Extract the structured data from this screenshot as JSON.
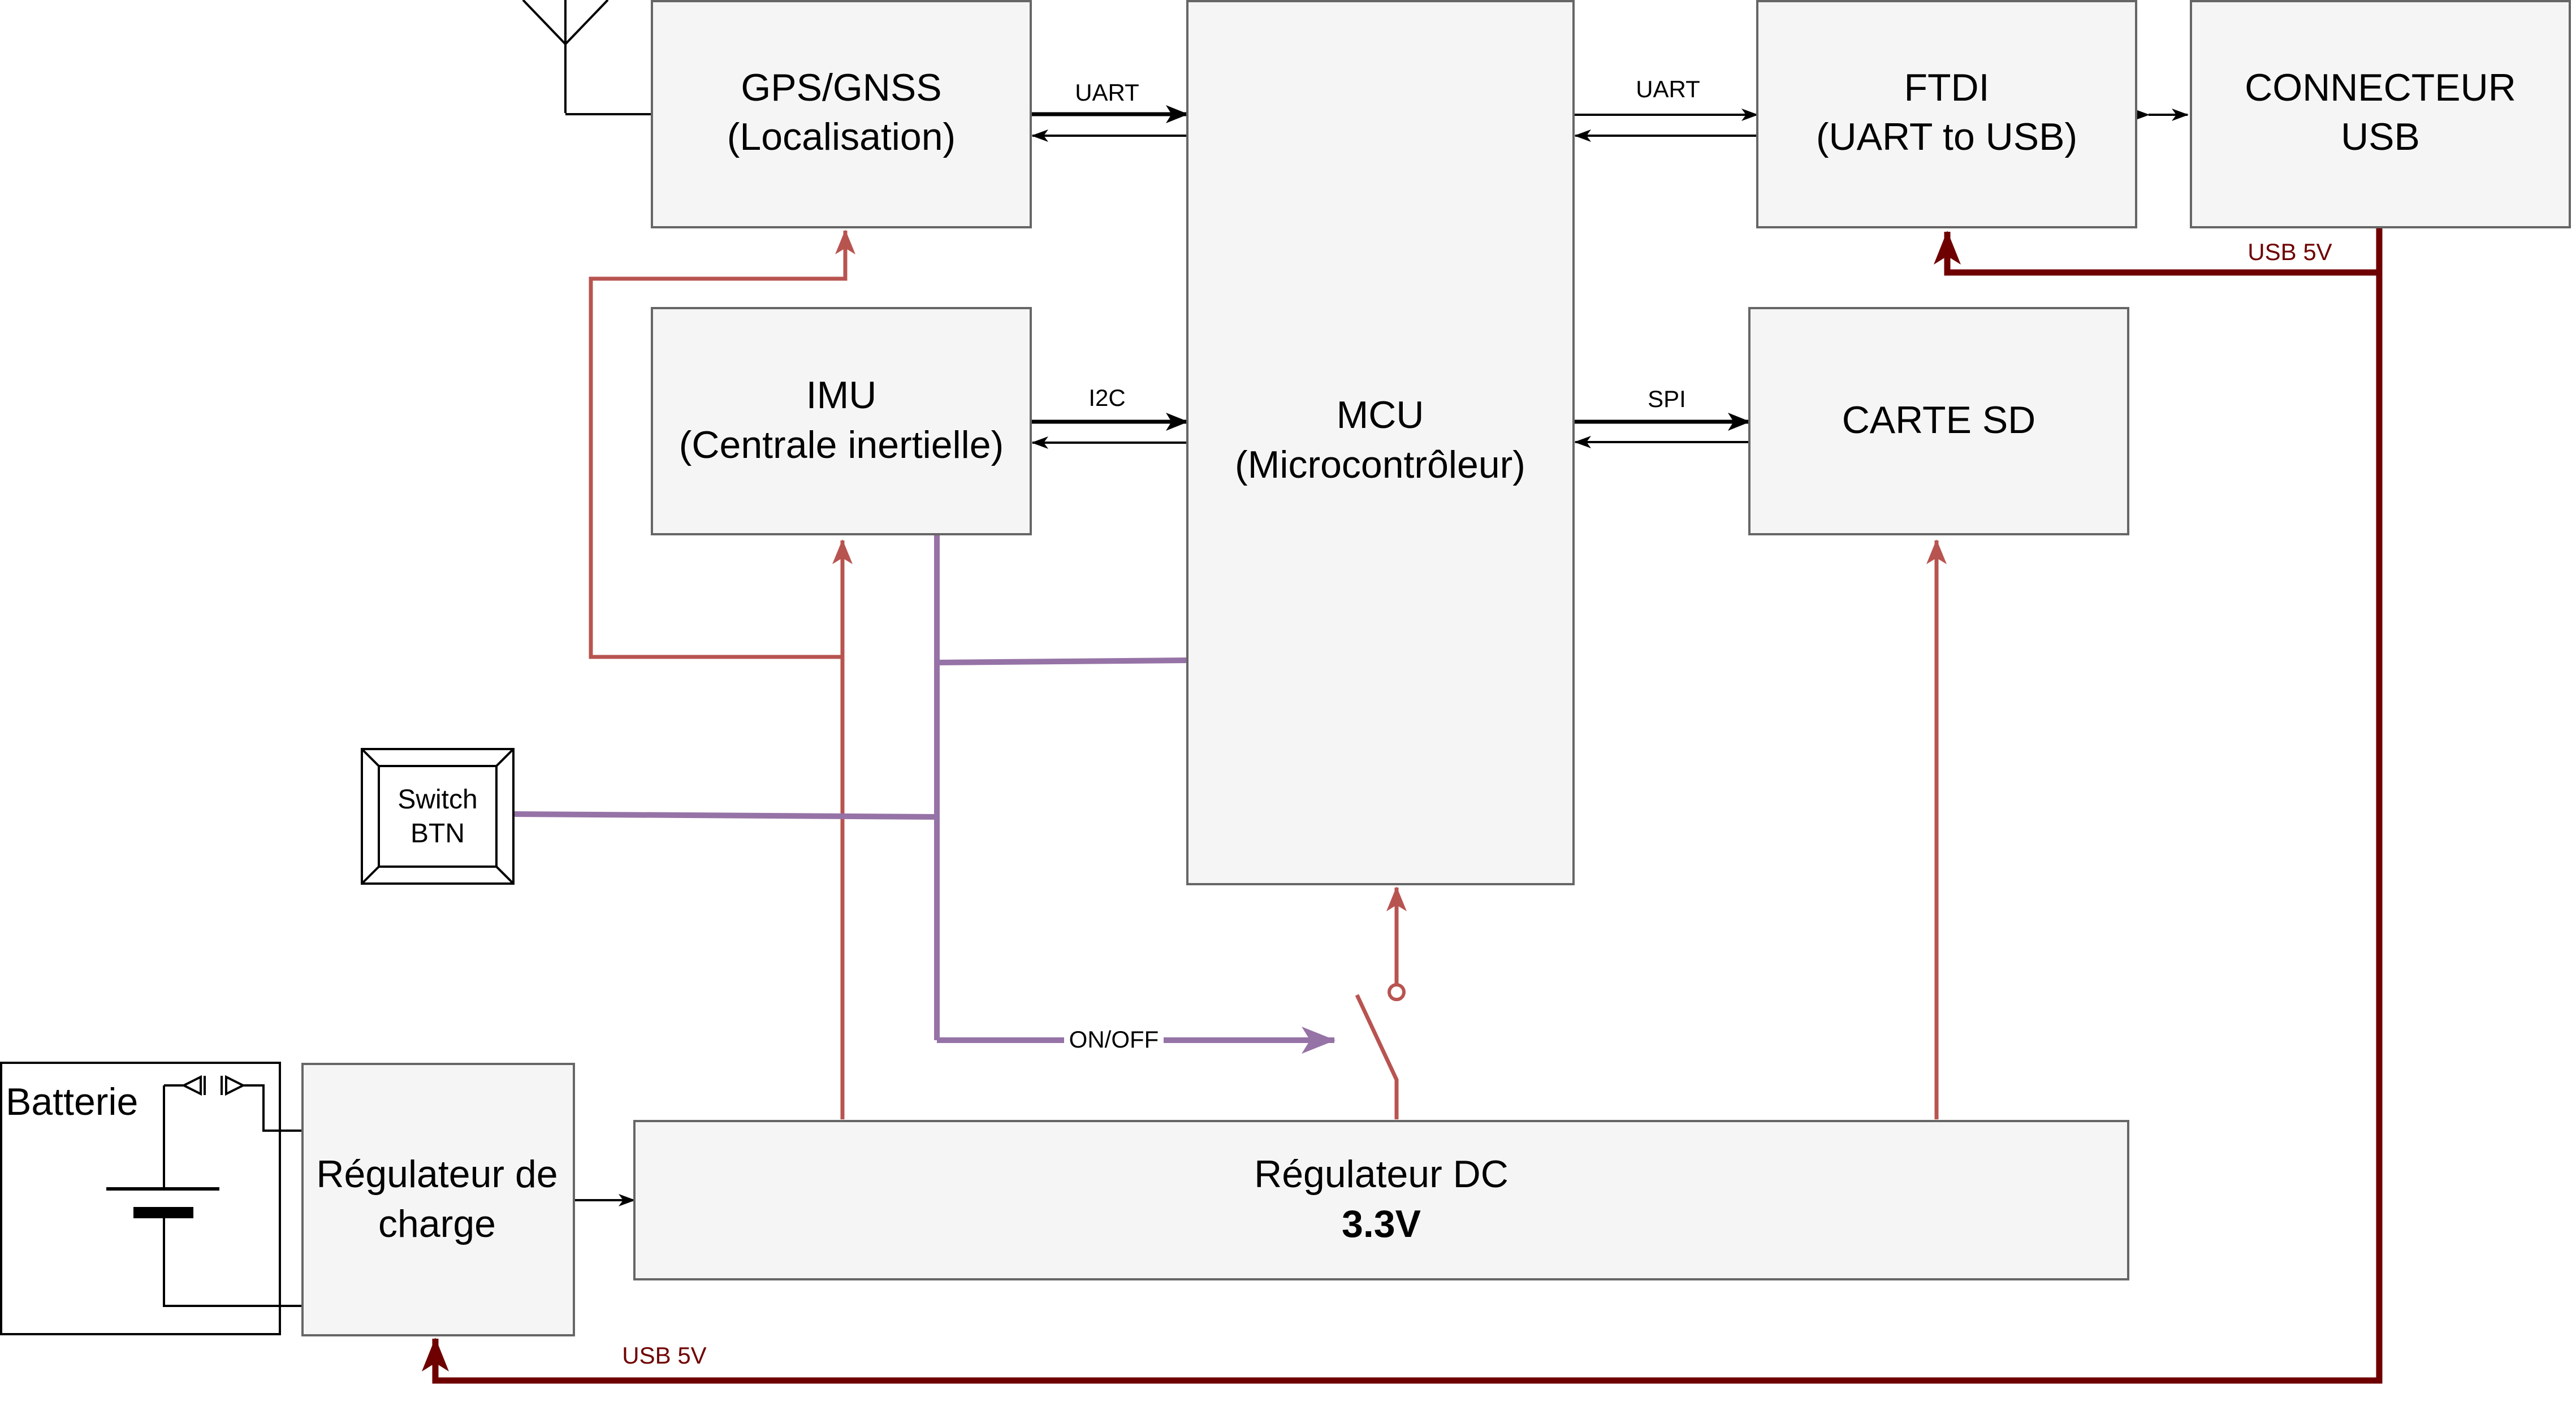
{
  "blocks": {
    "gps": {
      "line1": "GPS/GNSS",
      "line2": "(Localisation)"
    },
    "mcu": {
      "line1": "MCU",
      "line2": "(Microcontrôleur)"
    },
    "ftdi": {
      "line1": "FTDI",
      "line2": "(UART to USB)"
    },
    "usb_connector": {
      "line1": "CONNECTEUR",
      "line2": "USB"
    },
    "imu": {
      "line1": "IMU",
      "line2": "(Centrale inertielle)"
    },
    "sd_card": {
      "line1": "CARTE SD"
    },
    "switch_btn": {
      "line1": "Switch",
      "line2": "BTN"
    },
    "battery": {
      "label": "Batterie"
    },
    "charge_regulator": {
      "line1": "Régulateur de",
      "line2": "charge"
    },
    "dc_regulator": {
      "line1": "Régulateur DC",
      "line2": "3.3V"
    }
  },
  "links": {
    "gps_mcu": "UART",
    "mcu_ftdi": "UART",
    "imu_mcu": "I2C",
    "mcu_sd": "SPI",
    "onoff": "ON/OFF",
    "usb5v_top": "USB 5V",
    "usb5v_bottom": "USB 5V"
  },
  "colors": {
    "box_fill": "#f5f5f5",
    "box_stroke": "#666666",
    "power_line": "#b85450",
    "control_line": "#9673a6",
    "usb_power_line": "#6f0000"
  }
}
